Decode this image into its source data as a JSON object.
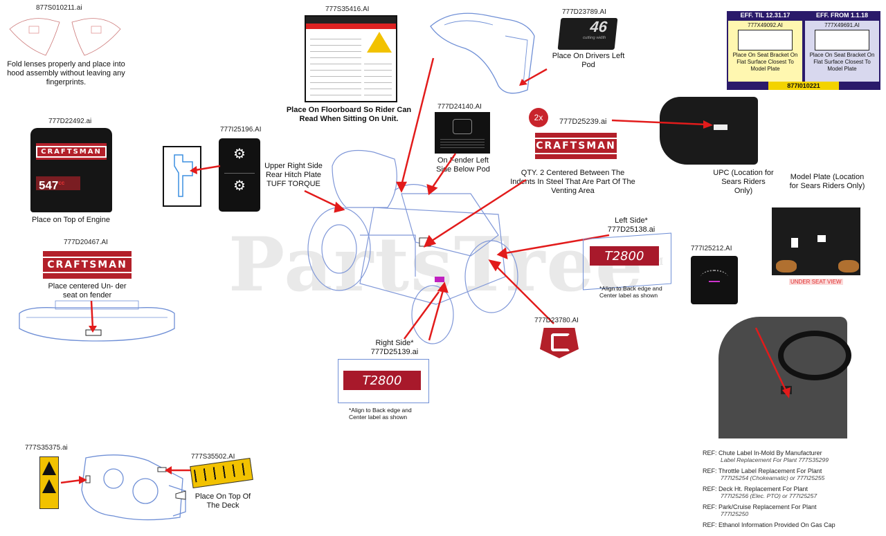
{
  "watermark": "PartsTree",
  "watermark_tm": "TM",
  "parts": {
    "lens": {
      "pn": "877S010211.ai",
      "note": "Fold lenses properly and place into hood assembly without leaving any fingerprints."
    },
    "engine": {
      "pn": "777D22492.ai",
      "note": "Place on Top of Engine",
      "brand": "CRAFTSMAN",
      "model": "547",
      "cc": "cc"
    },
    "seat_logo": {
      "pn": "777D20467.AI",
      "brand": "CRAFTSMAN",
      "note": "Place centered Un- der seat on fender"
    },
    "warning": {
      "pn": "777S35416.AI",
      "note": "Place On Floorboard So Rider Can Read When Sitting On Unit."
    },
    "pod46": {
      "pn": "777D23789.AI",
      "value": "46",
      "sub": "cutting width",
      "note": "Place On Drivers Left Pod"
    },
    "hitch": {
      "pn": "777I25196.AI",
      "note": "Upper Right Side Rear Hitch Plate TUFF TORQUE"
    },
    "fender": {
      "pn": "777D24140.AI",
      "note": "On Fender Left Side Below Pod"
    },
    "hood_logo": {
      "qty": "2x",
      "pn": "777D25239.ai",
      "brand": "CRAFTSMAN",
      "note": "QTY. 2 Centered Between The Indents In Steel That Are Part Of The Venting Area"
    },
    "left_side": {
      "pn": "Left Side* 777D25138.ai",
      "value": "T2800",
      "note": "*Align to Back edge and Center label as shown"
    },
    "right_side": {
      "pn": "Right Side* 777D25139.ai",
      "value": "T2800",
      "note": "*Align to Back edge and Center label as shown"
    },
    "emblem": {
      "pn": "777D23780.AI"
    },
    "dash": {
      "pn": "777I25212.AI"
    },
    "chute": {
      "pn": "777S35375.ai"
    },
    "deck": {
      "pn": "777S35502.AI",
      "note": "Place On Top Of The Deck"
    }
  },
  "eff_table": {
    "left_header": "EFF. TIL 12.31.17",
    "right_header": "EFF. FROM 1.1.18",
    "left_pn": "777X49092.AI",
    "right_pn": "777X49691.AI",
    "left_note": "Place On Seat Bracket On Flat Surface Closest To Model Plate",
    "right_note": "Place On Seat Bracket On Flat Surface Closest To Model Plate",
    "footer": "877I010221"
  },
  "upc": {
    "label": "UPC (Location for Sears Riders Only)"
  },
  "model_plate": {
    "label": "Model Plate (Location for Sears Riders Only)",
    "view": "UNDER SEAT VIEW"
  },
  "refs": [
    {
      "main": "REF: Chute Label In-Mold By Manufacturer",
      "sub": "Label Replacement For Plant 777S35299"
    },
    {
      "main": "REF: Throttle Label Replacement For Plant",
      "sub": "777I25254 (Chokeamatic) or 777I25255"
    },
    {
      "main": "REF: Deck Ht. Replacement For Plant",
      "sub": "777I25256 (Elec. PTO) or 777I25257"
    },
    {
      "main": "REF: Park/Cruise Replacement For Plant",
      "sub": "777I25250"
    },
    {
      "main": "REF: Ethanol Information Provided On Gas Cap",
      "sub": ""
    }
  ],
  "colors": {
    "craftsman_red": "#b3202a",
    "arrow_red": "#e21b1b",
    "outline_blue": "#6f8fd6"
  }
}
